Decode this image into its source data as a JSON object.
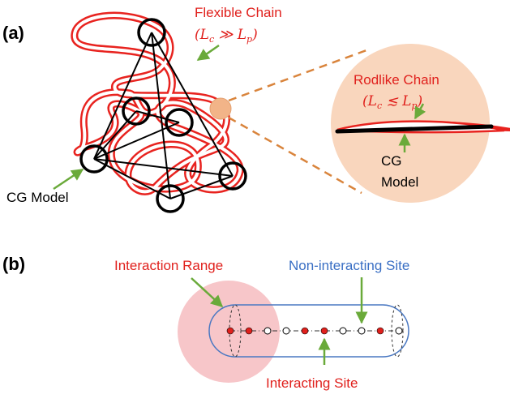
{
  "panel_a": {
    "label": "(a)",
    "flexible_chain": {
      "title": "Flexible Chain",
      "relation_open": "(",
      "lc_main": "L",
      "lc_sub": "c",
      "relation": " ≫ ",
      "lp_main": "L",
      "lp_sub": "p",
      "relation_close": ")"
    },
    "cg_model_label": "CG Model",
    "zoom": {
      "title": "Rodlike Chain",
      "relation_open": "(",
      "lc_main": "L",
      "lc_sub": "c",
      "relation": " ≲ ",
      "lp_main": "L",
      "lp_sub": "p",
      "relation_close": ")",
      "cg_line1": "CG",
      "cg_line2": "Model"
    }
  },
  "panel_b": {
    "label": "(b)",
    "interaction_range_label": "Interaction Range",
    "non_interacting_label": "Non-interacting Site",
    "interacting_label": "Interacting Site"
  },
  "colors": {
    "chain_red": "#e8231f",
    "annotation_red": "#e0201c",
    "arrow_green": "#6aaa3a",
    "zoom_fill": "#f9d6bd",
    "zoom_small_fill": "#f2b488",
    "zoom_dash": "#d9843c",
    "range_fill": "#f7c6c9",
    "capsule_blue": "#4a78c2",
    "label_blue": "#3a6fc4"
  }
}
